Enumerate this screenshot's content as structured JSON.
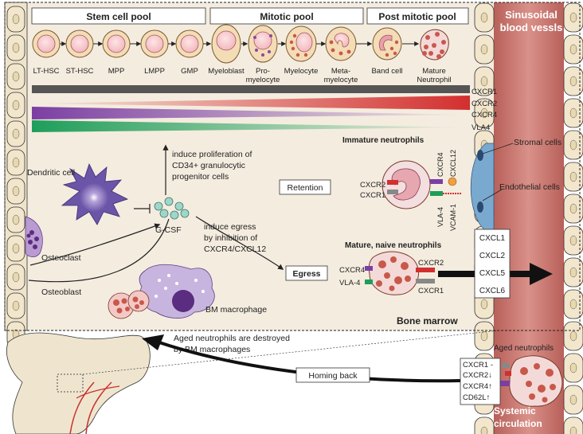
{
  "header": {
    "stem_cell_pool": "Stem cell pool",
    "mitotic_pool": "Mitotic pool",
    "post_mitotic_pool": "Post mitotic pool"
  },
  "vessel": {
    "title_line1": "Sinusoidal",
    "title_line2": "blood vessls"
  },
  "cells": [
    {
      "line1": "LT-HSC",
      "line2": ""
    },
    {
      "line1": "ST-HSC",
      "line2": ""
    },
    {
      "line1": "MPP",
      "line2": ""
    },
    {
      "line1": "LMPP",
      "line2": ""
    },
    {
      "line1": "GMP",
      "line2": ""
    },
    {
      "line1": "Myeloblast",
      "line2": ""
    },
    {
      "line1": "Pro-",
      "line2": "myelocyte"
    },
    {
      "line1": "Myelocyte",
      "line2": ""
    },
    {
      "line1": "Meta-",
      "line2": "myelocyte"
    },
    {
      "line1": "Band cell",
      "line2": ""
    },
    {
      "line1": "Mature",
      "line2": "Neutrophil"
    }
  ],
  "receptor_bars": [
    {
      "label": "CXCR1",
      "color": "#555555"
    },
    {
      "label": "CXCR2",
      "color": "#d32f2f"
    },
    {
      "label": "CXCR4",
      "color": "#7b3fa3"
    },
    {
      "label": "VLA4",
      "color": "#1e9e5a"
    }
  ],
  "annotations": {
    "proliferation_line1": "induce proliferation of",
    "proliferation_line2": "CD34+ granulocytic",
    "proliferation_line3": "progenitor cells",
    "egress_line1": "induce egress",
    "egress_line2": "by inhibition of",
    "egress_line3": "CXCR4/CXCL12",
    "dendritic_cell": "Dendritic cell",
    "gcsf": "G-CSF",
    "osteoclast": "Osteoclast",
    "osteoblast": "Osteoblast",
    "bm_macrophage": "BM macrophage",
    "immature_neutrophils": "Immature neutrophils",
    "mature_naive": "Mature, naive neutrophils",
    "retention": "Retention",
    "egress": "Egress",
    "stromal_cells": "Stromal cells",
    "endothelial_cells": "Endothelial cells",
    "bone_marrow": "Bone marrow",
    "aged_destroyed_line1": "Aged neutrophils are destroyed",
    "aged_destroyed_line2": "by BM macrophages",
    "homing_back": "Homing back",
    "aged_neutrophils": "Aged neutrophils",
    "systemic_line1": "Systemic",
    "systemic_line2": "circulation"
  },
  "retention_labels": {
    "cxcr2": "CXCR2",
    "cxcr1": "CXCR1",
    "cxcr4": "CXCR4",
    "cxcl12": "CXCL12",
    "vla4": "VLA-4",
    "vcam1": "VCAM-1"
  },
  "egress_labels": {
    "cxcr4": "CXCR4",
    "vla4": "VLA-4",
    "cxcr2": "CXCR2",
    "cxcr1": "CXCR1"
  },
  "chemokines": [
    "CXCL1",
    "CXCL2",
    "CXCL5",
    "CXCL6"
  ],
  "aged_markers": [
    "CXCR1 -",
    "CXCR2↓",
    "CXCR4↑",
    "CD62L↑"
  ],
  "colors": {
    "bm_bg": "#f4ecdf",
    "vessel": "#c9776e",
    "cell_wall": "#f2e6cc",
    "cxcr2": "#d32f2f",
    "cxcr4": "#7b3fa3",
    "vla4": "#1e9e5a",
    "cxcr1": "#555555",
    "stroma": "#6aa0c8"
  }
}
